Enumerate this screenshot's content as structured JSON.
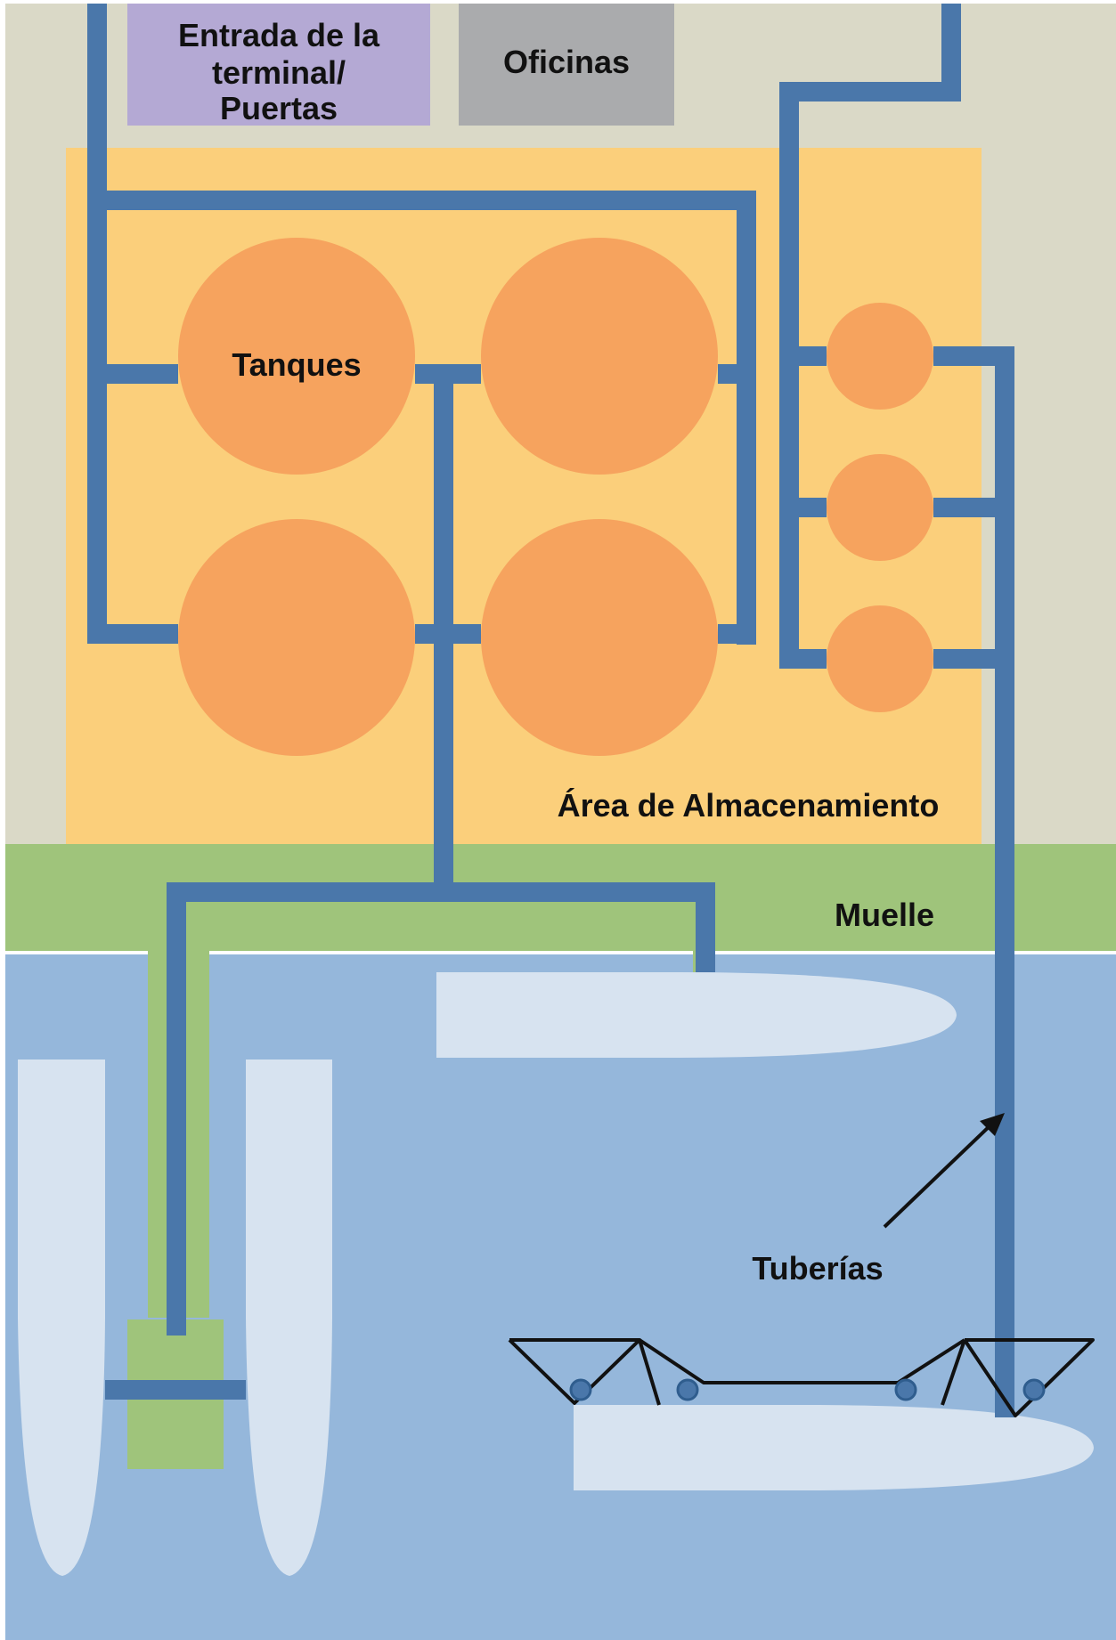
{
  "labels": {
    "entrance_line1": "Entrada de la",
    "entrance_line2": "terminal/",
    "entrance_line3": "Puertas",
    "offices": "Oficinas",
    "tanks": "Tanques",
    "storage_area": "Área de Almacenamiento",
    "pier": "Muelle",
    "pipes": "Tuberías"
  },
  "colors": {
    "land": "#dad9c7",
    "entrance": "#b4a9d4",
    "offices": "#aaabad",
    "storage": "#fbcf7b",
    "tank": "#f6a35e",
    "pier": "#9fc47b",
    "water": "#95b7db",
    "ship": "#d7e3f0",
    "pipe": "#4a77aa",
    "line": "#111111"
  }
}
